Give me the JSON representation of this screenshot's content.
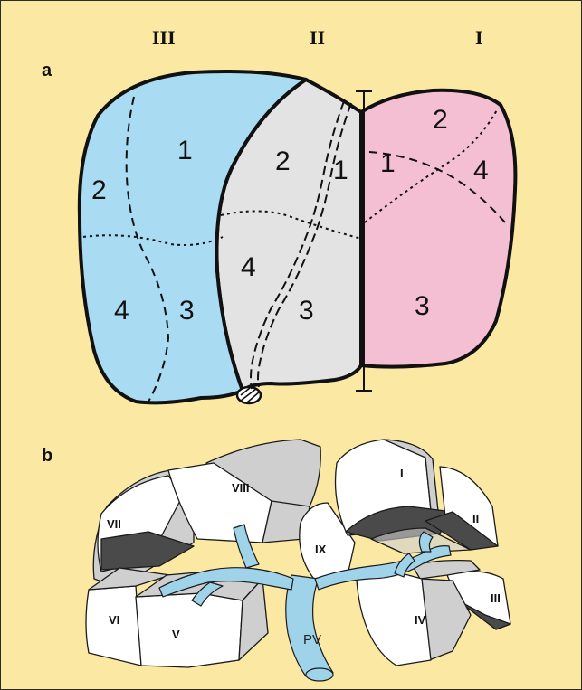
{
  "column_headers": {
    "left": "III",
    "middle": "II",
    "right": "I"
  },
  "panel_labels": {
    "a": "a",
    "b": "b"
  },
  "panel_a_regions": {
    "left": [
      "1",
      "2",
      "3",
      "4"
    ],
    "middle": [
      "1",
      "2",
      "3",
      "4"
    ],
    "right": [
      "1",
      "2",
      "3",
      "4"
    ]
  },
  "panel_b_segments": [
    "I",
    "II",
    "III",
    "IV",
    "V",
    "VI",
    "VII",
    "VIII",
    "IX"
  ],
  "panel_b_vessel_label": "PV",
  "colors": {
    "background": "#fbe9a3",
    "left_lobe": "#a9dcf2",
    "middle_lobe": "#e3e3e3",
    "right_lobe": "#f4bfd3",
    "vessel": "#9fd3ea",
    "segment_face": "#ffffff",
    "segment_shade": "#cfcfcf",
    "segment_dark": "#4a4a4a"
  }
}
